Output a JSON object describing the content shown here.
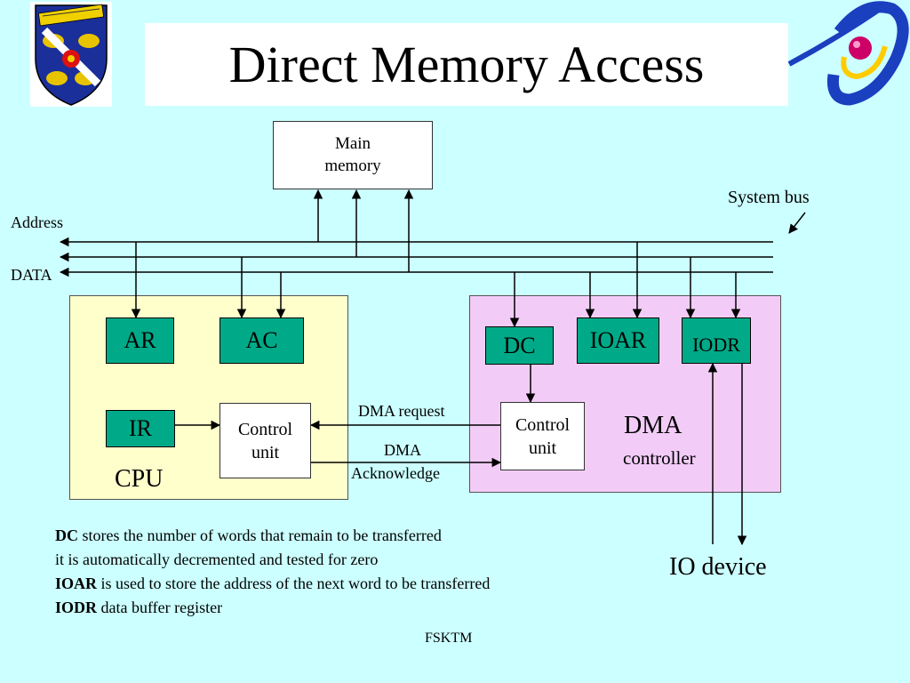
{
  "title": "Direct Memory Access",
  "memory": {
    "line1": "Main",
    "line2": "memory"
  },
  "bus": {
    "system_bus": "System bus",
    "address": "Address",
    "data": "DATA"
  },
  "cpu": {
    "label": "CPU",
    "ar": "AR",
    "ac": "AC",
    "ir": "IR",
    "control_unit": {
      "line1": "Control",
      "line2": "unit"
    }
  },
  "dma": {
    "label_line1": "DMA",
    "label_line2": "controller",
    "dc": "DC",
    "ioar": "IOAR",
    "iodr": "IODR",
    "control_unit": {
      "line1": "Control",
      "line2": "unit"
    }
  },
  "signals": {
    "request": "DMA request",
    "ack_line1": "DMA",
    "ack_line2": "Acknowledge"
  },
  "io_device": "IO device",
  "notes": [
    {
      "term": "DC",
      "text": " stores the number of words that remain to be transferred"
    },
    {
      "term": "",
      "text": "it is automatically decremented and tested for zero"
    },
    {
      "term": "IOAR",
      "text": " is used to store the address of the next word to be transferred"
    },
    {
      "term": "IODR",
      "text": " data buffer register"
    }
  ],
  "footer": "FSKTM",
  "colors": {
    "background": "#ccffff",
    "cpu_panel": "#ffffcc",
    "dma_panel": "#f2ccf7",
    "register": "#00aa88",
    "logo_blue": "#1a3fbf",
    "logo_magenta": "#cc0066"
  },
  "icons": {
    "left_logo": "university-crest-icon",
    "right_logo": "faculty-logo-icon"
  }
}
